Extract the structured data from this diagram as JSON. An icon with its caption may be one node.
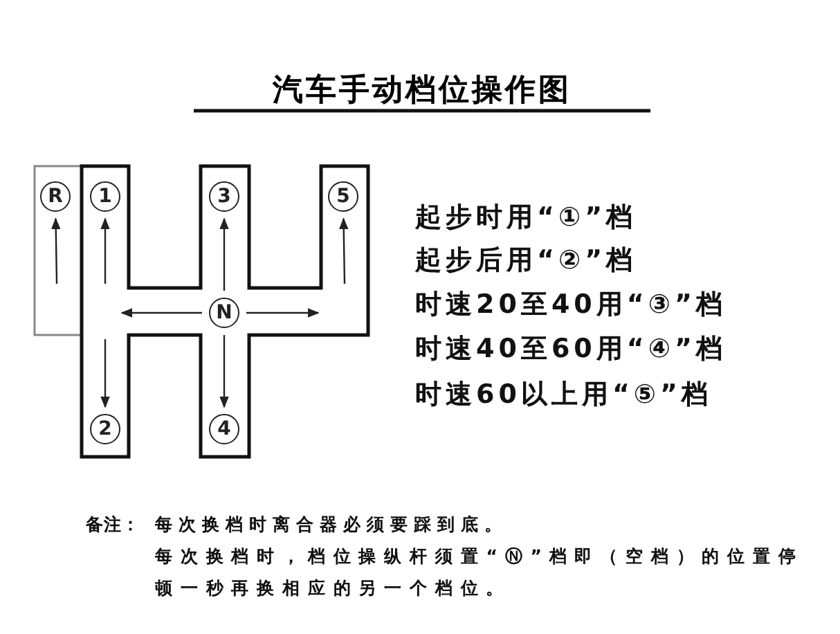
{
  "diagram": {
    "title": "汽车手动档位操作图",
    "nodes": [
      {
        "text": [
          "R"
        ]
      },
      {
        "text": [
          "1"
        ]
      },
      {
        "text": [
          "3"
        ]
      },
      {
        "text": [
          "5"
        ]
      },
      {
        "text": [
          "N"
        ]
      },
      {
        "text": [
          "2"
        ]
      },
      {
        "text": [
          "4"
        ]
      }
    ],
    "edges": [
      {
        "from": null,
        "to": 0,
        "arrow": "to"
      },
      {
        "from": null,
        "to": 1,
        "arrow": "to"
      },
      {
        "from": 4,
        "to": 2,
        "arrow": "to"
      },
      {
        "from": null,
        "to": 3,
        "arrow": "to"
      },
      {
        "from": 4,
        "to": null,
        "arrow": "to"
      },
      {
        "from": 4,
        "to": null,
        "arrow": "to"
      },
      {
        "from": 4,
        "to": 6,
        "arrow": "to"
      },
      {
        "from": null,
        "to": 5,
        "arrow": "to"
      }
    ],
    "labels": [
      "起步时用“①”档",
      "起步后用“②”档",
      "时速20至40用“③”档",
      "时速40至60用“④”档",
      "时速60以上用“⑤”档",
      "备注：",
      "每次换档时离合器必须要踩到底。",
      "每次换档时，档位操纵杆须置“Ⓝ”档即（空档）的位置停顿一秒再换相应的另一个档位。"
    ]
  }
}
